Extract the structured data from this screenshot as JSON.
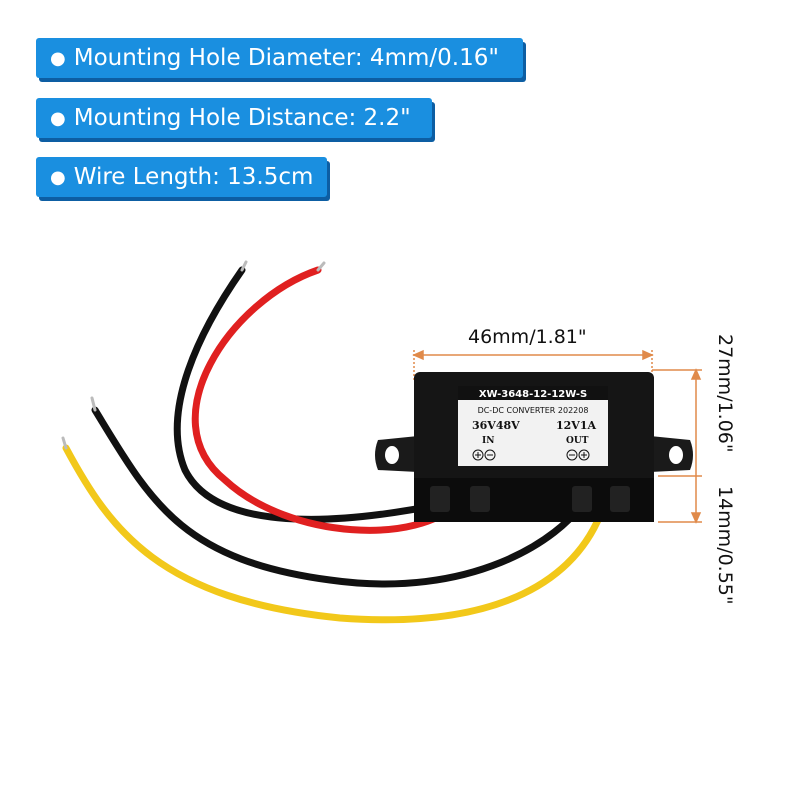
{
  "specs": {
    "hole_diameter": "Mounting Hole Diameter: 4mm/0.16\"",
    "hole_distance": "Mounting Hole Distance: 2.2\"",
    "wire_length": "Wire Length: 13.5cm"
  },
  "dimensions": {
    "width": "46mm/1.81\"",
    "height": "27mm/1.06\"",
    "thickness": "14mm/0.55\""
  },
  "label": {
    "model": "XW-3648-12-12W-S",
    "type": "DC-DC   CONVERTER 202208",
    "input_voltage": "36V48V",
    "output_rating": "12V1A",
    "in": "IN",
    "out": "OUT"
  },
  "colors": {
    "accent": "#1a8fe0",
    "dimension_line": "#e08a4a",
    "wire_red": "#e02020",
    "wire_yellow": "#f2c81a",
    "wire_black": "#111111"
  }
}
